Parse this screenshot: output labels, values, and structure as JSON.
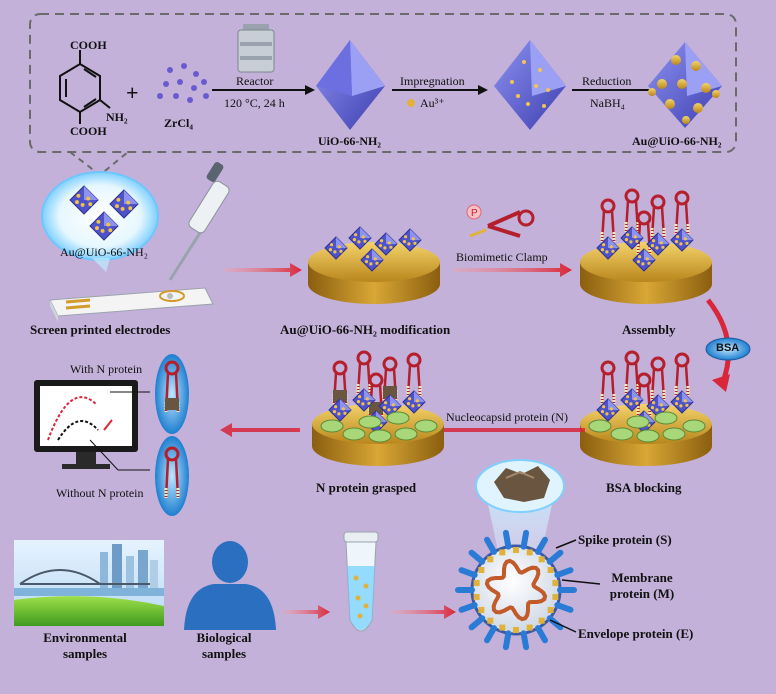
{
  "synthesis": {
    "cooh_top": "COOH",
    "nh2": "NH₂",
    "cooh_bottom": "COOH",
    "plus": "+",
    "zrcl4": "ZrCl₄",
    "reactor": "Reactor",
    "conditions": "120 °C, 24 h",
    "uio": "UiO-66-NH₂",
    "impregnation": "Impregnation",
    "au3": "Au³⁺",
    "reduction": "Reduction",
    "nabh4": "NaBH₄",
    "au_uio": "Au@UiO-66-NH₂"
  },
  "steps": {
    "bubble_label": "Au@UiO-66-NH₂",
    "spe": "Screen printed electrodes",
    "modification": "Au@UiO-66-NH₂ modification",
    "clamp": "Biomimetic Clamp",
    "assembly": "Assembly",
    "bsa": "BSA",
    "bsa_blocking": "BSA blocking",
    "nprotein_arrow": "Nucleocapsid protein (N)",
    "grasped": "N protein grasped",
    "with_n": "With N protein",
    "without_n": "Without N protein"
  },
  "samples": {
    "environmental": "Environmental samples",
    "biological": "Biological samples",
    "spike": "Spike protein (S)",
    "membrane": "Membrane protein (M)",
    "envelope": "Envelope protein (E)"
  },
  "colors": {
    "background": "#c3b1da",
    "octahedron": "#5b5fd6",
    "gold": "#e1b23a",
    "arrow_red": "#d8263a",
    "clamp_red": "#b51f2c"
  }
}
